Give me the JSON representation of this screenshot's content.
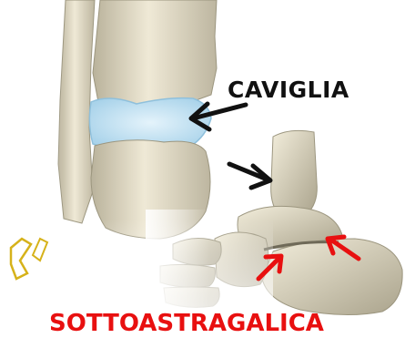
{
  "labels": {
    "ankle_joint": "CAVIGLIA",
    "subtalar_joint": "SOTTOASTRAGALICA"
  },
  "colors": {
    "ankle_label": "#111111",
    "subtalar_label": "#e81010",
    "arrow_black": "#111111",
    "arrow_red": "#e81010",
    "cartilage": "#b9dcef",
    "bone_light": "#ece6d3",
    "bone_shadow": "#b9b29b"
  },
  "arrows": [
    {
      "name": "black-arrow-ankle",
      "color": "black"
    },
    {
      "name": "black-arrow-talus",
      "color": "black"
    },
    {
      "name": "red-arrow-left",
      "color": "red"
    },
    {
      "name": "red-arrow-right",
      "color": "red"
    }
  ]
}
